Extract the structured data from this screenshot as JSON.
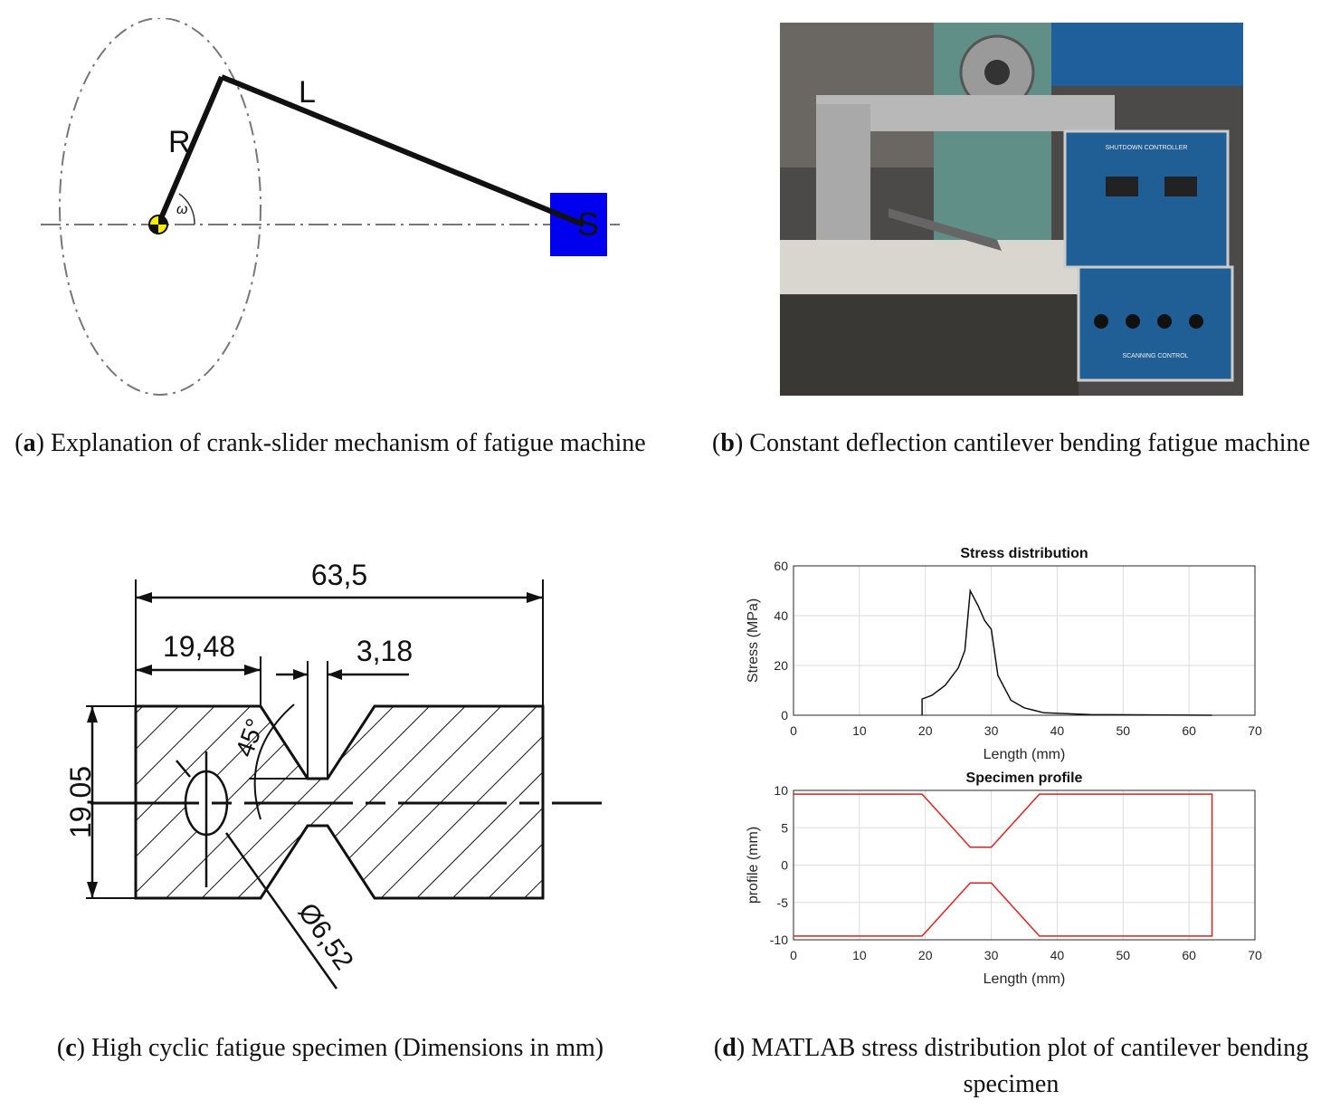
{
  "panel_a": {
    "labels": {
      "crank": "R",
      "link": "L",
      "slider": "S",
      "angle": "ω"
    },
    "colors": {
      "slider": "#0000ee",
      "pivot": "#ffee00",
      "link": "#111111",
      "circle": "#777777"
    },
    "caption": {
      "letter": "a",
      "text": "Explanation of crank-slider mechanism of fatigue machine"
    }
  },
  "panel_b": {
    "photo_labels": {
      "controller_top": "SHUTDOWN CONTROLLER",
      "controller_bottom": "SCANNING CONTROL"
    },
    "colors": {
      "panel_blue": "#1f5f96",
      "machine_green": "#5f8f86",
      "table": "#d9d6d0"
    },
    "caption": {
      "letter": "b",
      "text": "Constant deflection cantilever bending fatigue machine"
    }
  },
  "panel_c": {
    "dimensions": {
      "total_length": "63,5",
      "shoulder": "19,48",
      "notch_width": "3,18",
      "height": "19,05",
      "angle": "45°",
      "hole": "Ø6,52"
    },
    "caption": {
      "letter": "c",
      "text": "High cyclic fatigue specimen (Dimensions in mm)"
    }
  },
  "panel_d": {
    "caption": {
      "letter": "d",
      "text": "MATLAB stress distribution plot of cantilever bending specimen"
    }
  },
  "chart_data": [
    {
      "type": "line",
      "title": "Stress distribution",
      "xlabel": "Length (mm)",
      "ylabel": "Stress (MPa)",
      "xlim": [
        0,
        70
      ],
      "ylim": [
        0,
        60
      ],
      "xticks": [
        0,
        10,
        20,
        30,
        40,
        50,
        60,
        70
      ],
      "yticks": [
        0,
        20,
        40,
        60
      ],
      "grid": true,
      "series": [
        {
          "color": "#111111",
          "x": [
            19.5,
            19.5,
            21,
            23,
            25,
            26,
            26.8,
            28,
            29,
            30,
            31,
            33,
            35,
            38,
            45,
            63.5
          ],
          "y": [
            0,
            6.5,
            8,
            12,
            19,
            26,
            50,
            44,
            38,
            34.5,
            16,
            6,
            3,
            1,
            0.3,
            0
          ]
        }
      ]
    },
    {
      "type": "line",
      "title": "Specimen profile",
      "xlabel": "Length (mm)",
      "ylabel": "profile (mm)",
      "xlim": [
        0,
        70
      ],
      "ylim": [
        -10,
        10
      ],
      "xticks": [
        0,
        10,
        20,
        30,
        40,
        50,
        60,
        70
      ],
      "yticks": [
        -10,
        -5,
        0,
        5,
        10
      ],
      "grid": true,
      "series": [
        {
          "color": "#dd2222",
          "x": [
            0,
            19.5,
            26.8,
            30,
            37.3,
            63.5,
            63.5,
            37.3,
            30,
            26.8,
            19.5,
            0
          ],
          "y": [
            9.5,
            9.5,
            2.4,
            2.4,
            9.5,
            9.5,
            -9.5,
            -9.5,
            -2.4,
            -2.4,
            -9.5,
            -9.5
          ]
        }
      ]
    }
  ]
}
